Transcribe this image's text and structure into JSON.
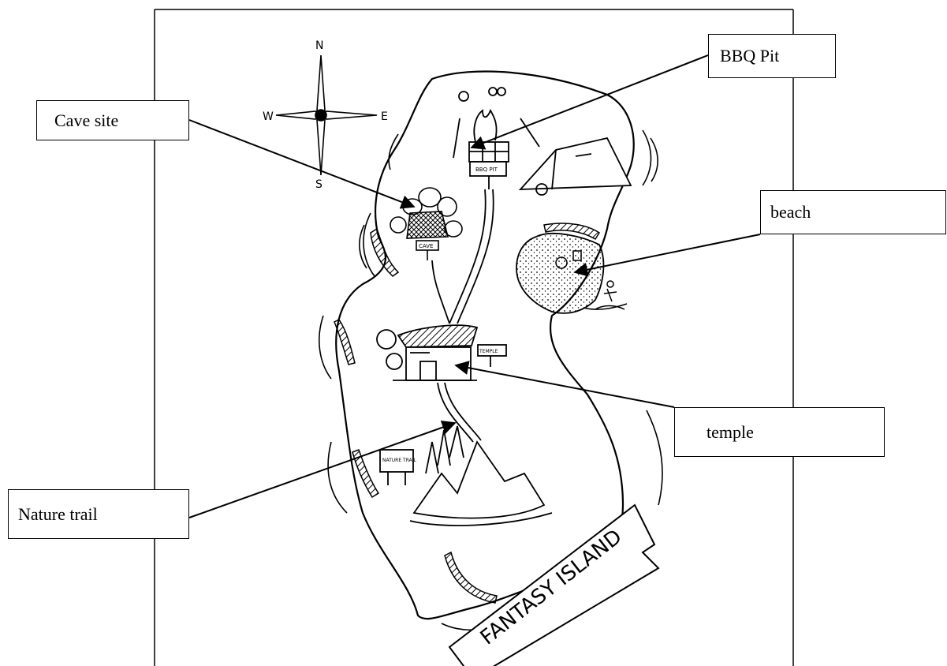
{
  "map": {
    "title": "FANTASY ISLAND",
    "compass": {
      "north": "N",
      "south": "S",
      "east": "E",
      "west": "W"
    },
    "labels": {
      "cave_site": "Cave site",
      "bbq_pit": "BBQ Pit",
      "beach": "beach",
      "temple": "temple",
      "nature_trail": "Nature trail"
    },
    "signs": {
      "bbq": "BBQ PIT",
      "cave": "CAVE",
      "temple": "TEMPLE",
      "nature": "NATURE TRAIL"
    },
    "colors": {
      "ink": "#000000",
      "paper": "#ffffff"
    }
  }
}
